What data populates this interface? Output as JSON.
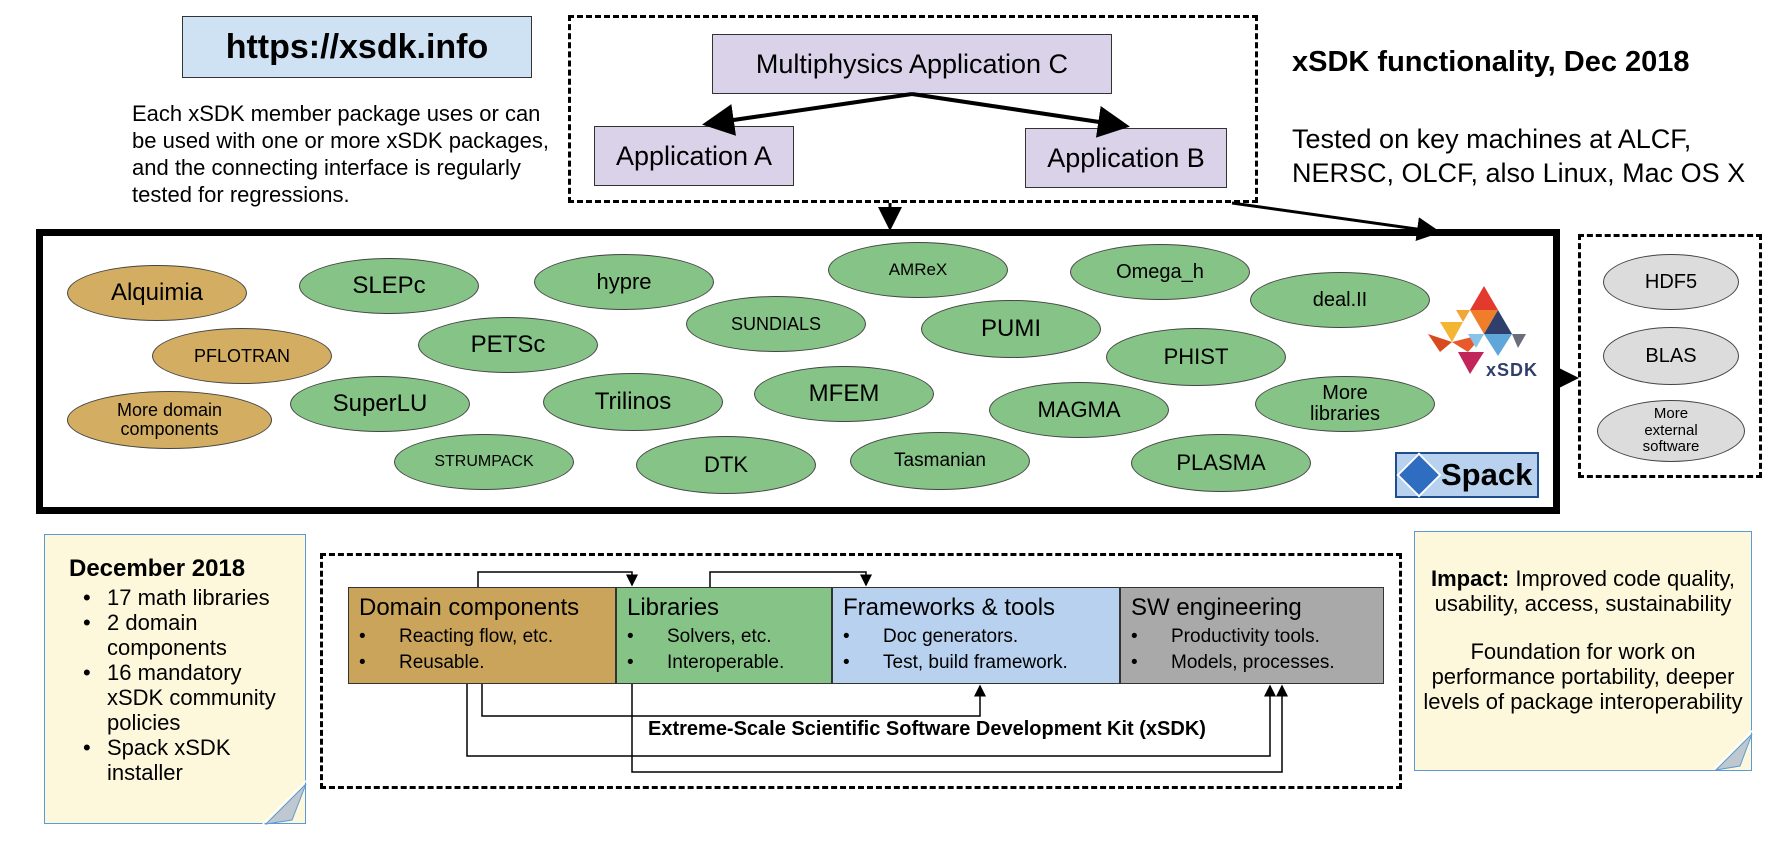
{
  "url": "https://xsdk.info",
  "description": "Each xSDK member package uses or can be used with one or more xSDK packages, and the connecting interface is regularly tested for regressions.",
  "functionality_title": "xSDK functionality, Dec 2018",
  "tested": "Tested on key machines at ALCF, NERSC, OLCF, also Linux, Mac OS X",
  "apps": {
    "c": "Multiphysics Application C",
    "a": "Application A",
    "b": "Application B"
  },
  "domain_components": {
    "alquimia": "Alquimia",
    "pflotran": "PFLOTRAN",
    "more": "More domain components"
  },
  "libraries": {
    "slepc": "SLEPc",
    "hypre": "hypre",
    "amrex": "AMReX",
    "omega_h": "Omega_h",
    "dealii": "deal.II",
    "sundials": "SUNDIALS",
    "pumi": "PUMI",
    "petsc": "PETSc",
    "phist": "PHIST",
    "superlu": "SuperLU",
    "trilinos": "Trilinos",
    "mfem": "MFEM",
    "magma": "MAGMA",
    "more": "More libraries",
    "strumpack": "STRUMPACK",
    "dtk": "DTK",
    "tasmanian": "Tasmanian",
    "plasma": "PLASMA"
  },
  "external": {
    "hdf5": "HDF5",
    "blas": "BLAS",
    "more": "More external software"
  },
  "xsdk_logo": "xSDK",
  "spack": "Spack",
  "december": {
    "title": "December 2018",
    "items": [
      "17 math libraries",
      "2 domain components",
      "16 mandatory xSDK community policies",
      "Spack xSDK installer"
    ]
  },
  "categories": {
    "domain": {
      "title": "Domain components",
      "items": [
        "Reacting flow, etc.",
        "Reusable."
      ],
      "color": "#c9a45a"
    },
    "libraries": {
      "title": "Libraries",
      "items": [
        "Solvers, etc.",
        "Interoperable."
      ],
      "color": "#86c386"
    },
    "frameworks": {
      "title": "Frameworks & tools",
      "items": [
        "Doc generators.",
        "Test, build framework."
      ],
      "color": "#b7d1ef"
    },
    "sweng": {
      "title": "SW engineering",
      "items": [
        "Productivity tools.",
        "Models, processes."
      ],
      "color": "#a9a9a9"
    }
  },
  "kit_label": "Extreme-Scale Scientific Software Development Kit (xSDK)",
  "impact": {
    "label": "Impact:",
    "text": "Improved code quality, usability, access, sustainability",
    "foundation": "Foundation for work on performance portability, deeper levels of package interoperability"
  }
}
